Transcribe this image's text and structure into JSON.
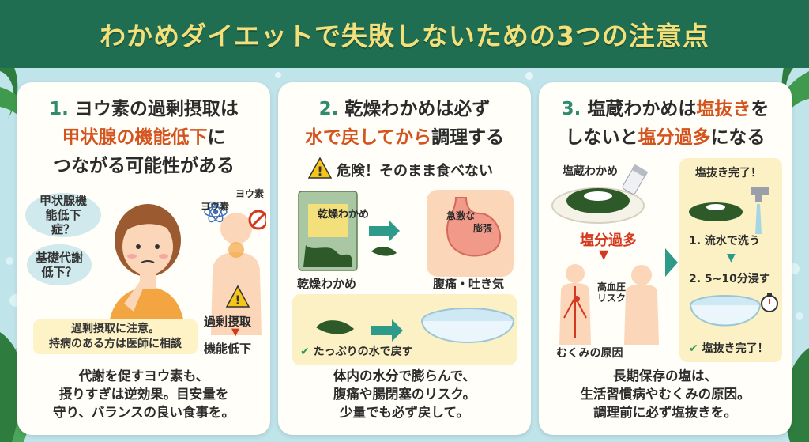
{
  "title": "わかめダイエットで失敗しないための3つの注意点",
  "colors": {
    "header_bg": "#1f6e52",
    "title": "#f3e07a",
    "accent_red": "#d4541e",
    "accent_green": "#2e8b6d",
    "card_bg": "#fffef8",
    "bg": "#bfe4ea"
  },
  "card1": {
    "number": "1.",
    "title_line1": "ヨウ素の過剰摂取は",
    "title_line2_red": "甲状腺の機能低下",
    "title_line2_rest": "に",
    "title_line3": "つながる可能性がある",
    "bubble1": "甲状腺機能低下症？",
    "bubble2": "基礎代謝低下？",
    "label_iodine_atom": "ヨウ素",
    "label_iodine_body": "ヨウ素",
    "warning_label_line1": "過剰摂取",
    "warning_label_line2": "機能低下",
    "note_line1": "過剰摂取に注意。",
    "note_line2": "持病のある方は医師に相談",
    "footer_line1": "代謝を促すヨウ素も、",
    "footer_line2": "摂りすぎは逆効果。目安量を",
    "footer_line3": "守り、バランスの良い食事を。",
    "icons": [
      "woman-icon",
      "atom-icon",
      "prohibited-icon",
      "body-icon",
      "warning-icon"
    ]
  },
  "card2": {
    "number": "2.",
    "title_line1": "乾燥わかめは必ず",
    "title_line2_red": "水で戻してから",
    "title_line2_rest": "調理する",
    "warning": "危険！そのまま食べない",
    "package_label": "乾燥わかめ",
    "dry_label": "乾燥わかめ",
    "stomach_label1": "急激な",
    "stomach_label2": "膨張",
    "pain_label": "腹痛・吐き気",
    "soak_label": "たっぷりの水で戻す",
    "footer_line1": "体内の水分で膨らんで、",
    "footer_line2": "腹痛や腸閉塞のリスク。",
    "footer_line3": "少量でも必ず戻して。",
    "icons": [
      "package-icon",
      "arrow-icon",
      "stomach-icon",
      "seaweed-icon",
      "bowl-icon",
      "check-icon"
    ]
  },
  "card3": {
    "number": "3.",
    "title_line1_a": "塩蔵わかめは",
    "title_line1_red": "塩抜き",
    "title_line1_b": "を",
    "title_line2_a": "しないと",
    "title_line2_red": "塩分過多",
    "title_line2_b": "になる",
    "salted_label": "塩蔵わかめ",
    "salt_excess": "塩分過多",
    "bp_label_line1": "高血圧",
    "bp_label_line2": "リスク",
    "swelling_label": "むくみの原因",
    "done_top": "塩抜き完了！",
    "step1": "1. 流水で洗う",
    "step2": "2. 5~10分浸す",
    "done_bottom": "塩抜き完了！",
    "footer_line1": "長期保存の塩は、",
    "footer_line2": "生活習慣病やむくみの原因。",
    "footer_line3": "調理前に必ず塩抜きを。",
    "icons": [
      "salt-shaker-icon",
      "faucet-icon",
      "timer-icon",
      "bowl-icon",
      "check-icon",
      "chevron-right-icon"
    ]
  }
}
